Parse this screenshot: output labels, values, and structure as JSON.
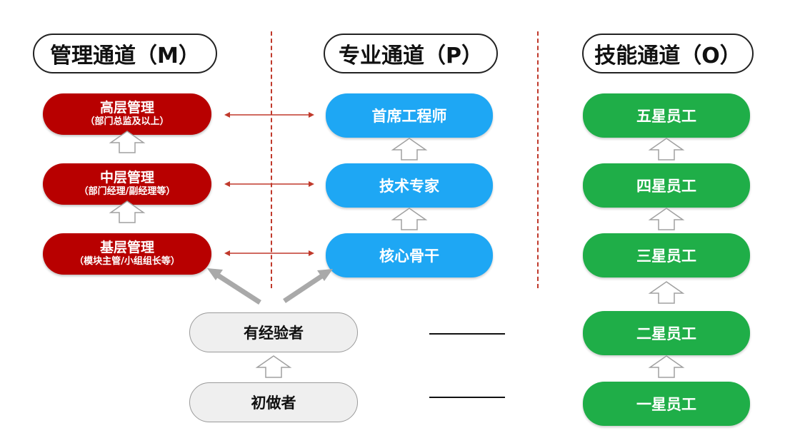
{
  "headers": {
    "m": "管理通道（M）",
    "p": "专业通道（P）",
    "o": "技能通道（O）"
  },
  "management": [
    {
      "title": "高层管理",
      "sub": "（部门总监及以上）"
    },
    {
      "title": "中层管理",
      "sub": "（部门经理/副经理等）"
    },
    {
      "title": "基层管理",
      "sub": "（模块主管/小组组长等）"
    }
  ],
  "professional": [
    "首席工程师",
    "技术专家",
    "核心骨干"
  ],
  "skill": [
    "五星员工",
    "四星员工",
    "三星员工",
    "二星员工",
    "一星员工"
  ],
  "entry": [
    "有经验者",
    "初做者"
  ],
  "colors": {
    "management": "#b80000",
    "professional": "#1ea7f4",
    "skill": "#1fae48",
    "entry_fill": "#efefef",
    "divider": "#c0392b",
    "link_arrow": "#c0392b",
    "up_arrow_fill": "#ffffff",
    "entry_arrow": "#a9a9a9"
  }
}
